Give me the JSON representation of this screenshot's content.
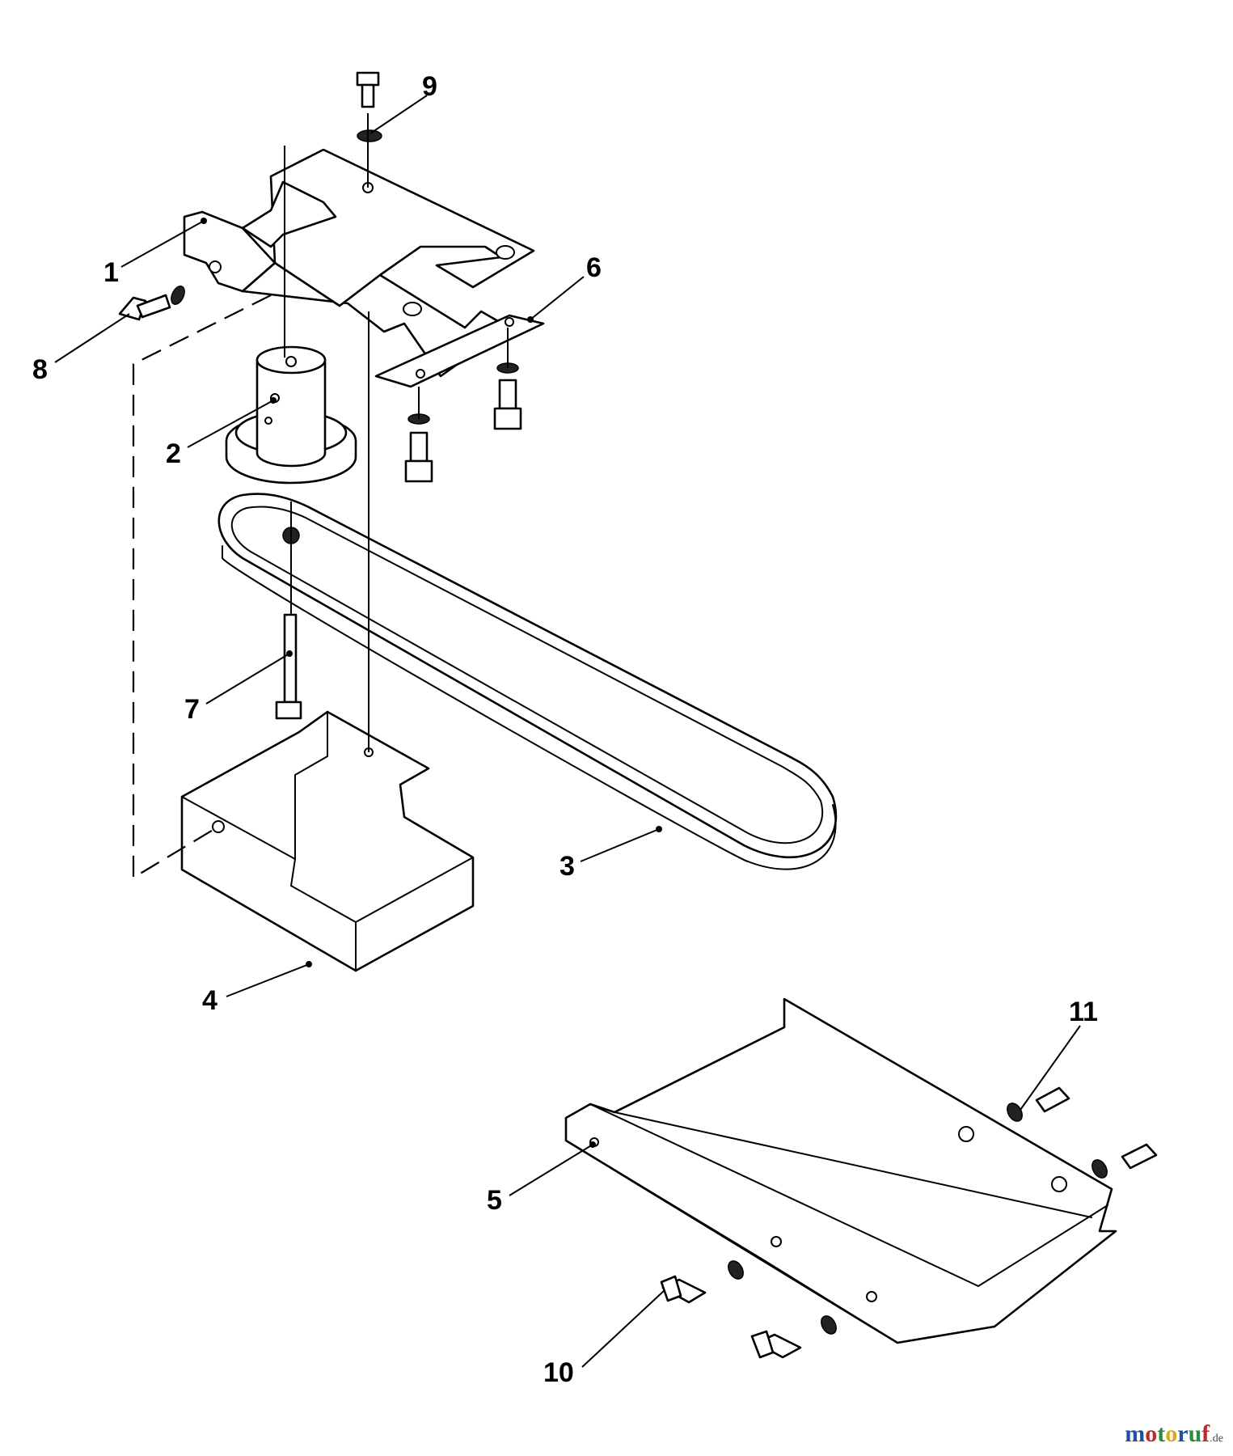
{
  "diagram": {
    "callouts": [
      {
        "id": "1",
        "label": "1"
      },
      {
        "id": "2",
        "label": "2"
      },
      {
        "id": "3",
        "label": "3"
      },
      {
        "id": "4",
        "label": "4"
      },
      {
        "id": "5",
        "label": "5"
      },
      {
        "id": "6",
        "label": "6"
      },
      {
        "id": "7",
        "label": "7"
      },
      {
        "id": "8",
        "label": "8"
      },
      {
        "id": "9",
        "label": "9"
      },
      {
        "id": "10",
        "label": "10"
      },
      {
        "id": "11",
        "label": "11"
      }
    ]
  },
  "brand": {
    "m": "m",
    "o1": "o",
    "t": "t",
    "o2": "o",
    "r": "r",
    "u": "u",
    "f": "f",
    "suffix": ".de",
    "colors": {
      "m": "#1f4f9e",
      "o1": "#c0282b",
      "t": "#2e8b3a",
      "o2": "#e0a51c",
      "r": "#1f4f9e",
      "u": "#2e8b3a",
      "f": "#c0282b"
    }
  }
}
